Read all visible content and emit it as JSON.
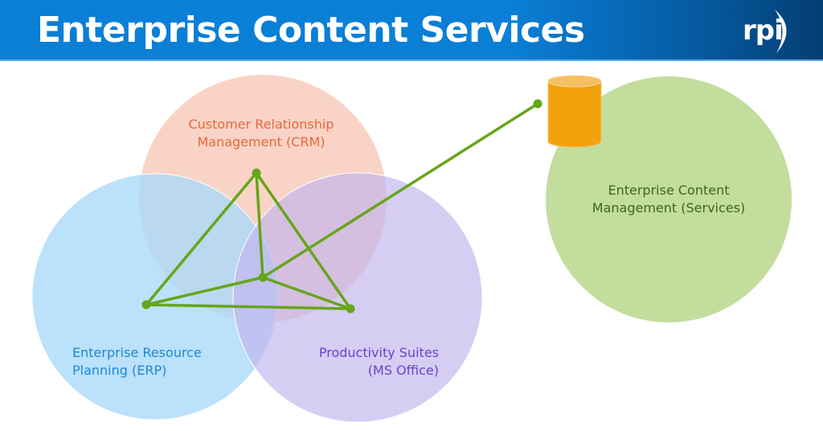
{
  "header": {
    "title": "Enterprise Content Services",
    "logo_text": "rpi"
  },
  "colors": {
    "header_blue": "#0a7fd6",
    "crm_fill": "#f9d2c4",
    "erp_fill": "#b6e0fb",
    "ms_fill": "#d2c8f2",
    "ecm_fill": "#c3dd9d",
    "connector_green": "#67a51a",
    "database_orange": "#f2a20c"
  },
  "diagram": {
    "circles": [
      {
        "id": "crm",
        "label_lines": [
          "Customer Relationship",
          "Management (CRM)"
        ]
      },
      {
        "id": "erp",
        "label_lines": [
          "Enterprise Resource",
          "Planning (ERP)"
        ]
      },
      {
        "id": "ms",
        "label_lines": [
          "Productivity Suites",
          "(MS Office)"
        ]
      },
      {
        "id": "ecm",
        "label_lines": [
          "Enterprise Content",
          "Management (Services)"
        ]
      }
    ],
    "nodes": [
      "crm-node",
      "hub-node",
      "erp-node",
      "ms-node",
      "repository-node"
    ],
    "edges": [
      [
        "crm-node",
        "erp-node"
      ],
      [
        "crm-node",
        "ms-node"
      ],
      [
        "crm-node",
        "hub-node"
      ],
      [
        "erp-node",
        "ms-node"
      ],
      [
        "erp-node",
        "hub-node"
      ],
      [
        "ms-node",
        "hub-node"
      ],
      [
        "hub-node",
        "repository-node"
      ]
    ],
    "repository_icon": "database-icon"
  }
}
